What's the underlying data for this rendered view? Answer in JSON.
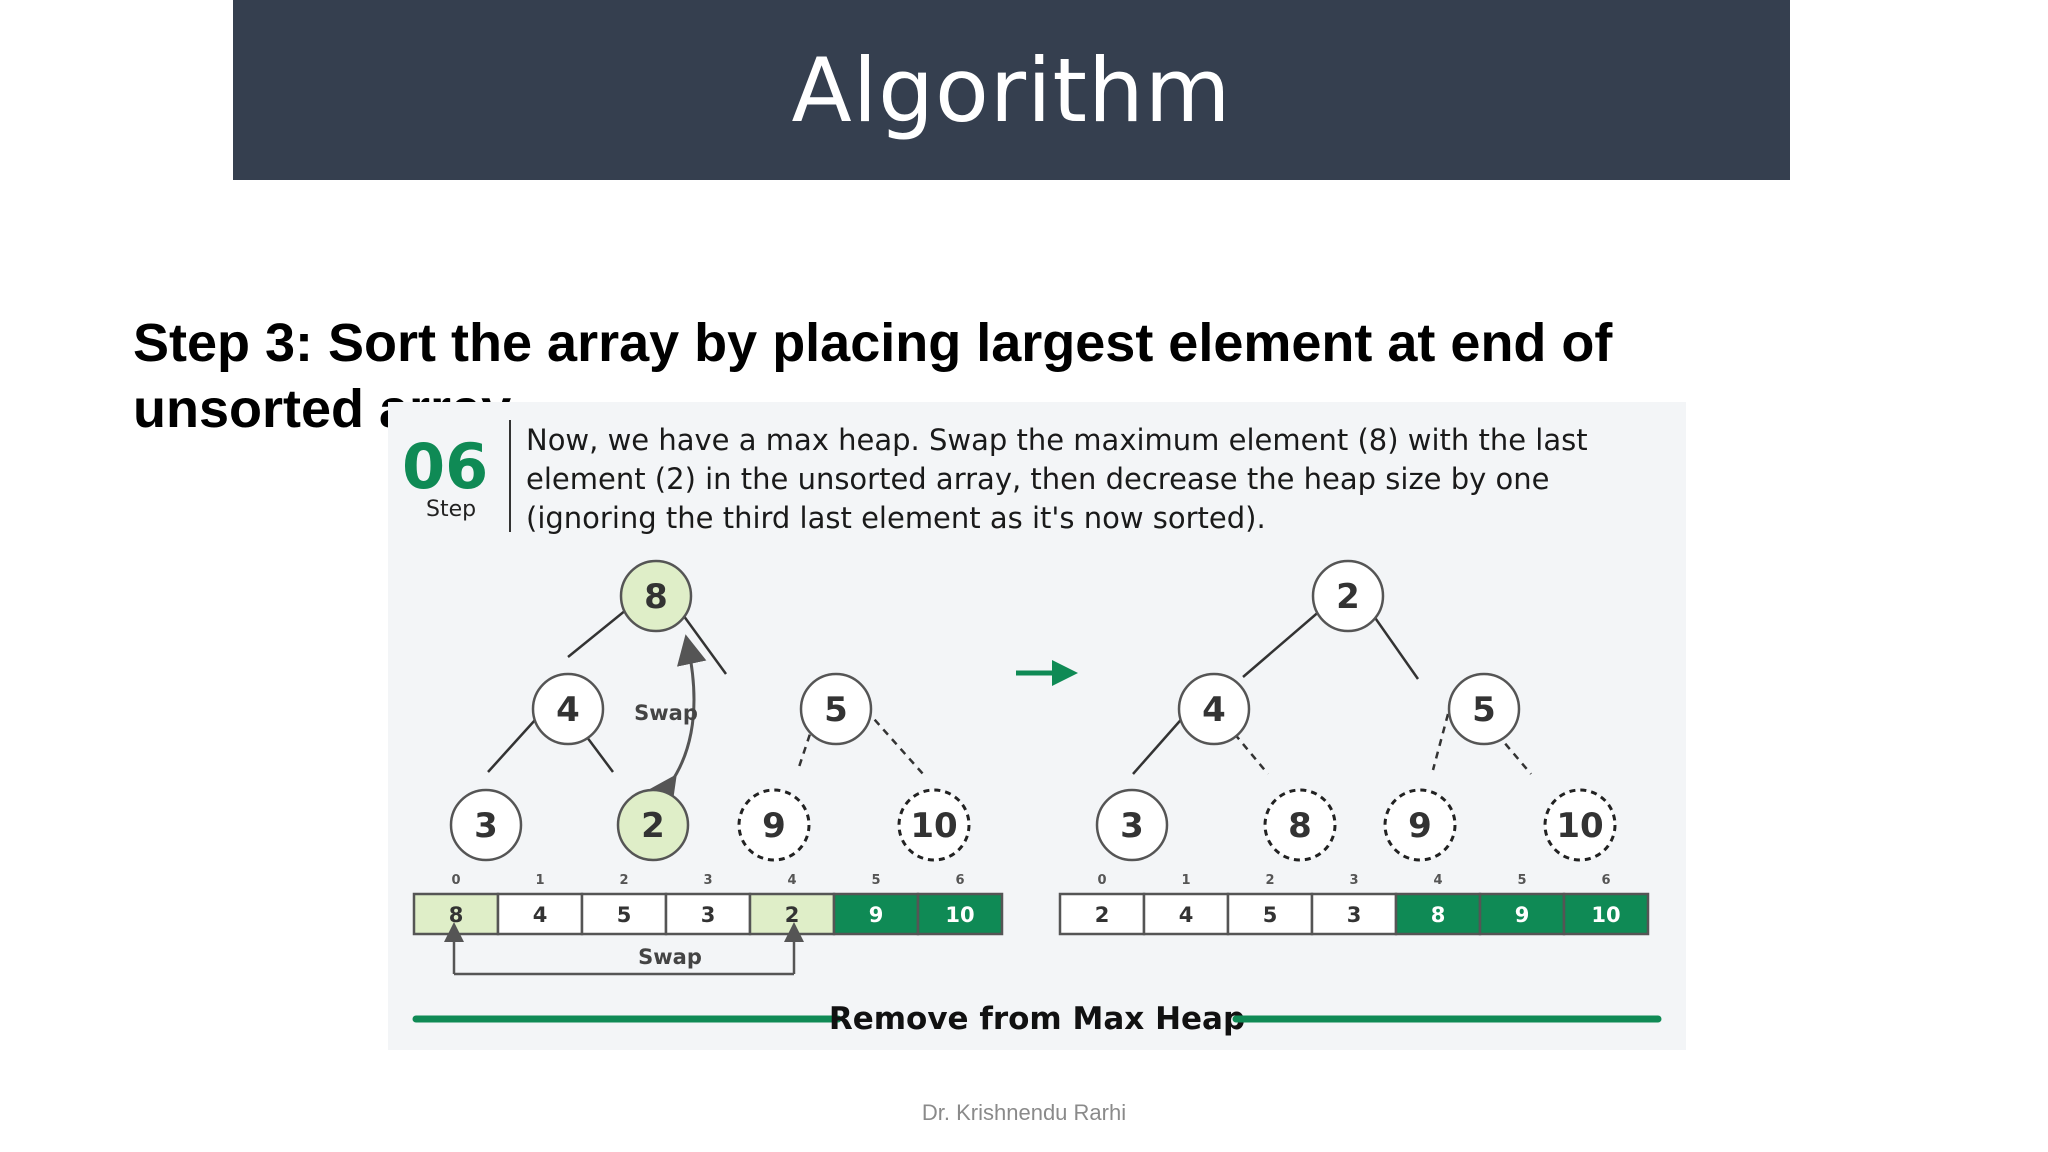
{
  "slide": {
    "title": "Algorithm",
    "heading": "Step 3: Sort the array by placing largest element at end of unsorted array",
    "footer": "Dr. Krishnendu Rarhi"
  },
  "figure": {
    "step_number": "06",
    "step_label": "Step",
    "description_lines": [
      "Now, we have a max heap. Swap the maximum element (8) with the last",
      "element (2) in the unsorted array, then decrease the heap size by one",
      "(ignoring the third last element as it's now sorted)."
    ],
    "swap_label": "Swap",
    "array_swap_label": "Swap",
    "caption": "Remove from Max Heap",
    "arrow_icon": "right-arrow-icon",
    "colors": {
      "green": "#0f8a55",
      "highlight": "#dfeec8",
      "node_border": "#555555"
    },
    "before": {
      "nodes": [
        "8",
        "4",
        "5",
        "3",
        "2",
        "9",
        "10"
      ],
      "node_states": [
        "highlight",
        "normal",
        "normal",
        "normal",
        "highlight",
        "dashed",
        "dashed"
      ],
      "indices": [
        "0",
        "1",
        "2",
        "3",
        "4",
        "5",
        "6"
      ],
      "array": [
        "8",
        "4",
        "5",
        "3",
        "2",
        "9",
        "10"
      ],
      "cell_states": [
        "highlight",
        "normal",
        "normal",
        "normal",
        "highlight",
        "sorted",
        "sorted"
      ]
    },
    "after": {
      "nodes": [
        "2",
        "4",
        "5",
        "3",
        "8",
        "9",
        "10"
      ],
      "node_states": [
        "normal",
        "normal",
        "normal",
        "normal",
        "dashed",
        "dashed",
        "dashed"
      ],
      "indices": [
        "0",
        "1",
        "2",
        "3",
        "4",
        "5",
        "6"
      ],
      "array": [
        "2",
        "4",
        "5",
        "3",
        "8",
        "9",
        "10"
      ],
      "cell_states": [
        "normal",
        "normal",
        "normal",
        "normal",
        "sorted",
        "sorted",
        "sorted"
      ]
    }
  }
}
